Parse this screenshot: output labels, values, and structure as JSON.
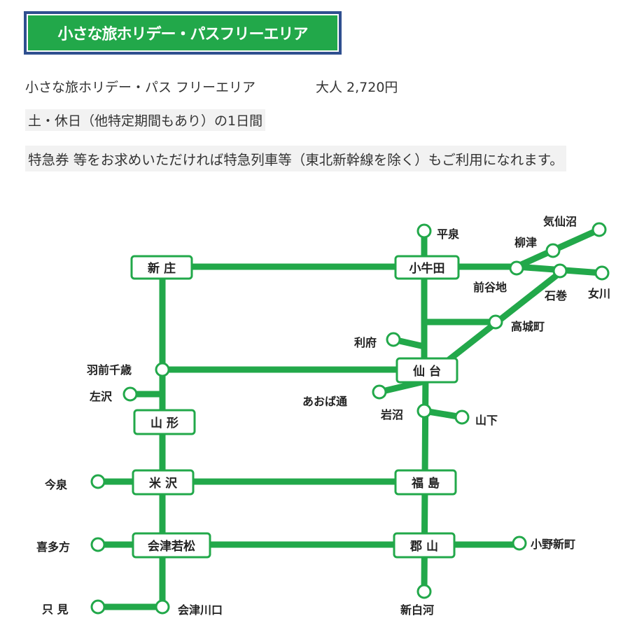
{
  "header": {
    "banner_title": "小さな旅ホリデー・パスフリーエリア",
    "pass_name": "小さな旅ホリデー・パス フリーエリア",
    "price": "大人 2,720円",
    "validity": "土・休日（他特定期間もあり）の1日間",
    "note": "特急券 等をお求めいただければ特急列車等（東北新幹線を除く）もご利用になれます。"
  },
  "colors": {
    "line": "#22a84a",
    "box_fill": "#ffffff",
    "banner_border": "#2f4f8f"
  },
  "map": {
    "major_stations": [
      {
        "id": "shinjo",
        "label": "新 庄"
      },
      {
        "id": "kogota",
        "label": "小牛田"
      },
      {
        "id": "sendai",
        "label": "仙 台"
      },
      {
        "id": "yamagata",
        "label": "山 形"
      },
      {
        "id": "yonezawa",
        "label": "米 沢"
      },
      {
        "id": "fukushima",
        "label": "福 島"
      },
      {
        "id": "aizuwakamatsu",
        "label": "会津若松"
      },
      {
        "id": "koriyama",
        "label": "郡 山"
      }
    ],
    "minor_stations": [
      {
        "id": "hiraizumi",
        "label": "平泉"
      },
      {
        "id": "kesennuma",
        "label": "気仙沼"
      },
      {
        "id": "yanaizu",
        "label": "柳津"
      },
      {
        "id": "maeyachi",
        "label": "前谷地"
      },
      {
        "id": "ishinomaki",
        "label": "石巻"
      },
      {
        "id": "onagawa",
        "label": "女川"
      },
      {
        "id": "takagimachi",
        "label": "高城町"
      },
      {
        "id": "rifu",
        "label": "利府"
      },
      {
        "id": "usenchitose",
        "label": "羽前千歳"
      },
      {
        "id": "sazawa",
        "label": "左沢"
      },
      {
        "id": "aobadori",
        "label": "あおば通"
      },
      {
        "id": "iwanuma",
        "label": "岩沼"
      },
      {
        "id": "yamashita",
        "label": "山下"
      },
      {
        "id": "imaizumi",
        "label": "今泉"
      },
      {
        "id": "kitakata",
        "label": "喜多方"
      },
      {
        "id": "ononiimachi",
        "label": "小野新町"
      },
      {
        "id": "tadami",
        "label": "只 見"
      },
      {
        "id": "aizukawaguchi",
        "label": "会津川口"
      },
      {
        "id": "shirakawa",
        "label": "新白河"
      }
    ]
  }
}
